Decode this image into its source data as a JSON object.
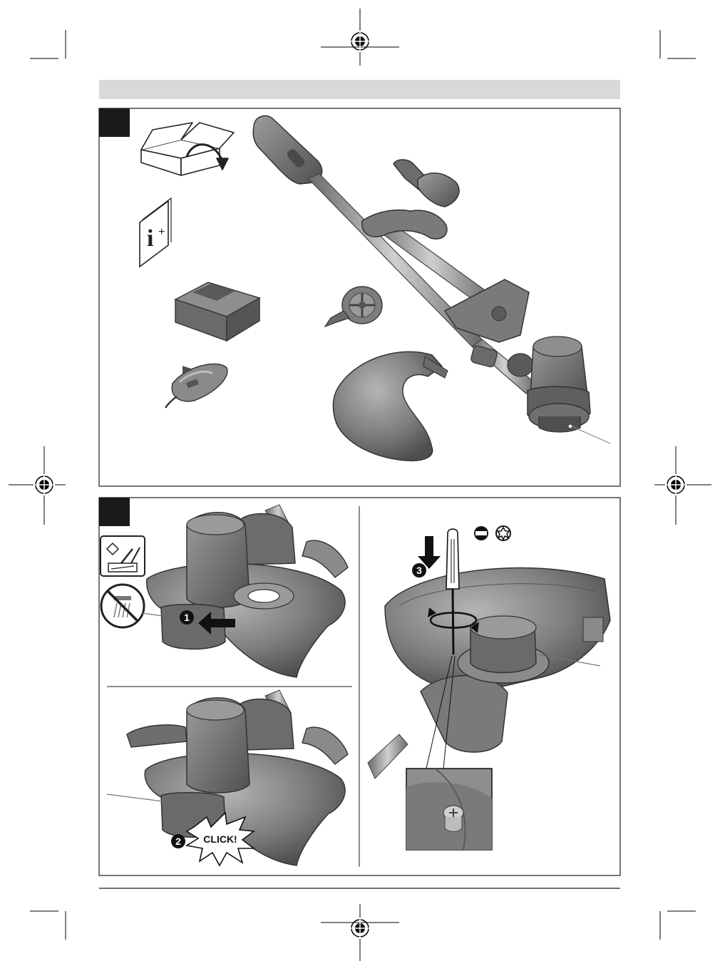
{
  "colors": {
    "page": "#ffffff",
    "header_band": "#d9d9d9",
    "frame": "#1a1a1a",
    "panel_tab": "#1a1a1a",
    "tool_grey": "#7a7a7a",
    "tool_dark": "#555555",
    "tool_light": "#a8a8a8",
    "callout": "#111111"
  },
  "icons": {
    "box": "open-box-icon",
    "manual": "manual-info-icon",
    "no_water": "no-water-icon",
    "maintenance": "maintenance-tools-icon",
    "flat_screwdriver": "flat-screwdriver-icon",
    "torx": "torx-icon"
  },
  "steps": {
    "step1": "1",
    "step2": "2",
    "step3": "3",
    "click": "CLICK!"
  }
}
